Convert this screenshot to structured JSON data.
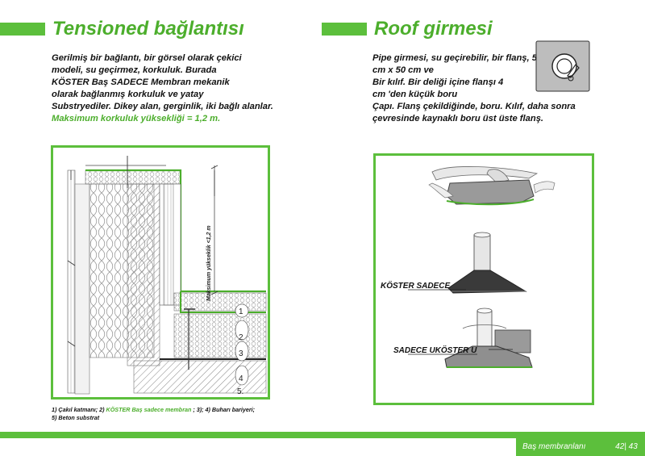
{
  "left": {
    "title": "Tensioned bağlantısı",
    "paragraph": [
      " Gerilmiş bir bağlantı, bir görsel olarak çekici",
      "modeli, su geçirmez, korkuluk. Burada",
      "KÖSTER Baş SADECE Membran mekanik",
      "olarak bağlanmış korkuluk ve yatay",
      "Substryediler. Dikey alan, gerginlik, iki bağlı alanlar."
    ],
    "highlight": "Maksimum korkuluk yüksekliği = 1,2 m.",
    "diagram": {
      "dim_label": "Maksimum yükseklik <1,2 m",
      "markers": [
        "1",
        "2",
        "3",
        "4",
        "5."
      ]
    },
    "caption": {
      "part1": "1) Çakıl katmanı; 2) ",
      "part2": "KÖSTER Baş sadece membran",
      "part3": " ; 3); 4) Buharı bariyeri;",
      "line2": "5) Beton substrat"
    }
  },
  "right": {
    "title": "Roof girmesi",
    "paragraph": [
      "Pipe girmesi, su geçirebilir, bir flanş, 50",
      "cm x 50 cm ve",
      "Bir kılıf. Bir deliği içine flanşı 4",
      "cm 'den küçük boru",
      "Çapı. Flanş çekildiğinde, boru. Kılıf, daha sonra",
      "çevresinde kaynaklı boru üst üste flanş."
    ],
    "labels": {
      "label1": "KÖSTER SADECE",
      "label2": "SADECE UKÖSTER U"
    }
  },
  "footer": {
    "text": "Baş membranlanı",
    "page": "42| 43"
  },
  "colors": {
    "accent": "#5cbf3c",
    "title": "#4cae2c"
  }
}
